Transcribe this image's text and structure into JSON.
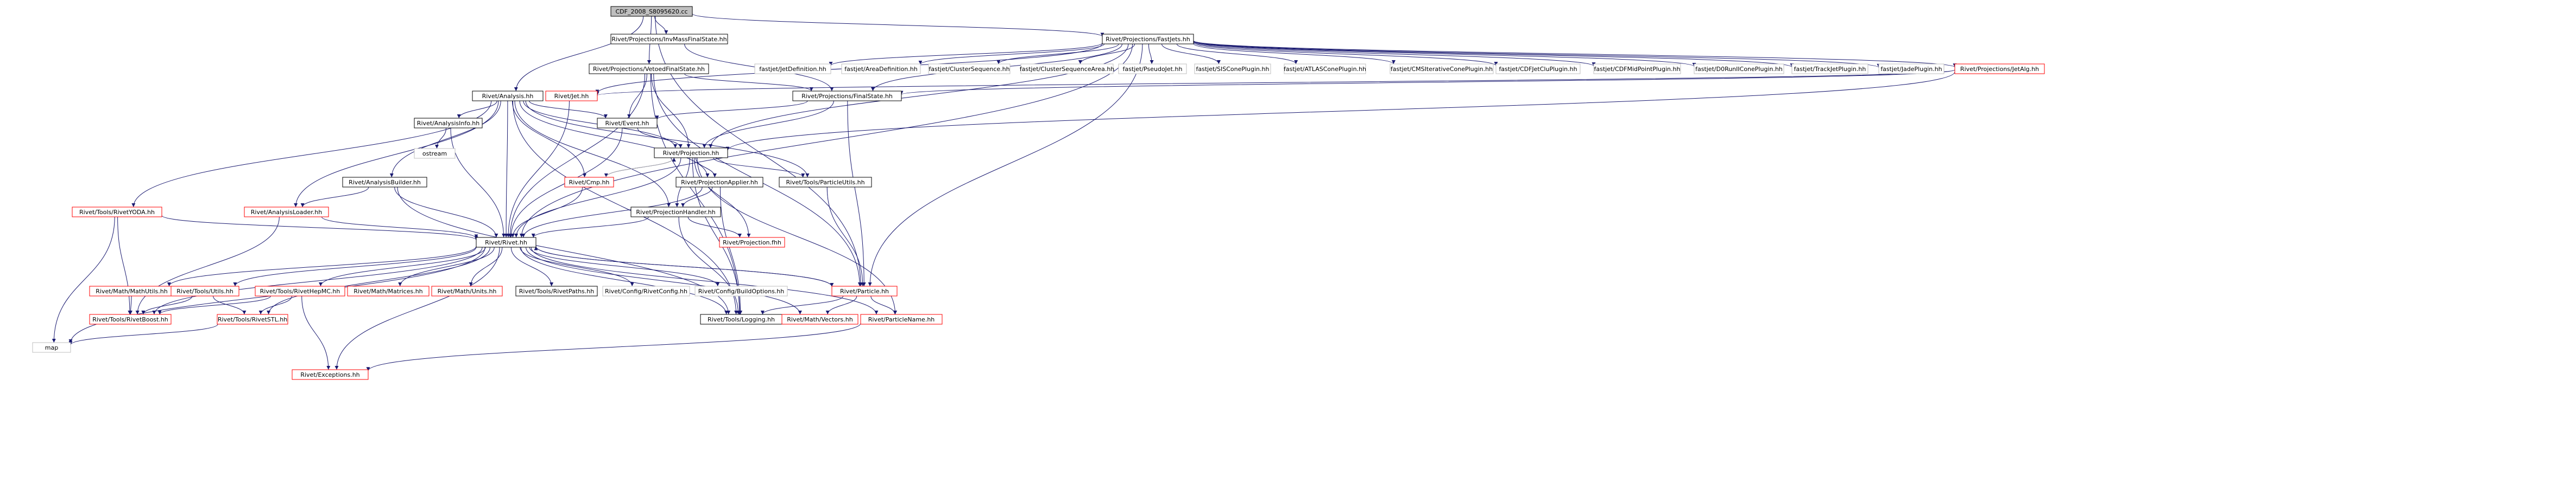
{
  "diagram": {
    "colors": {
      "root_fill": "#bfbfbf",
      "normal_fill": "#ffffff",
      "normal_border": "#000000",
      "red_border": "#ff0000",
      "grey_border": "#bfbfbf",
      "edge": "#191970",
      "edge_light": "#a9a9a9",
      "text": "#000000"
    },
    "nodes": [
      {
        "id": "root",
        "label": "CDF_2008_S8095620.cc",
        "style": "root"
      },
      {
        "id": "invmass",
        "label": "Rivet/Projections/InvMassFinalState.hh",
        "style": "normal"
      },
      {
        "id": "fastjets",
        "label": "Rivet/Projections/FastJets.hh",
        "style": "normal"
      },
      {
        "id": "vetoed",
        "label": "Rivet/Projections/VetoedFinalState.hh",
        "style": "normal"
      },
      {
        "id": "fj_jetdef",
        "label": "fastjet/JetDefinition.hh",
        "style": "grey"
      },
      {
        "id": "fj_area",
        "label": "fastjet/AreaDefinition.hh",
        "style": "grey"
      },
      {
        "id": "fj_cs",
        "label": "fastjet/ClusterSequence.hh",
        "style": "grey"
      },
      {
        "id": "fj_csa",
        "label": "fastjet/ClusterSequenceArea.hh",
        "style": "grey"
      },
      {
        "id": "fj_pj",
        "label": "fastjet/PseudoJet.hh",
        "style": "grey"
      },
      {
        "id": "fj_sis",
        "label": "fastjet/SISConePlugin.hh",
        "style": "grey"
      },
      {
        "id": "fj_atlas",
        "label": "fastjet/ATLASConePlugin.hh",
        "style": "grey"
      },
      {
        "id": "fj_cms",
        "label": "fastjet/CMSIterativeConePlugin.hh",
        "style": "grey"
      },
      {
        "id": "fj_cdfjc",
        "label": "fastjet/CDFJetCluPlugin.hh",
        "style": "grey"
      },
      {
        "id": "fj_cdfmp",
        "label": "fastjet/CDFMidPointPlugin.hh",
        "style": "grey"
      },
      {
        "id": "fj_d0",
        "label": "fastjet/D0RunIIConePlugin.hh",
        "style": "grey"
      },
      {
        "id": "fj_track",
        "label": "fastjet/TrackJetPlugin.hh",
        "style": "grey"
      },
      {
        "id": "fj_jade",
        "label": "fastjet/JadePlugin.hh",
        "style": "grey"
      },
      {
        "id": "jetalg",
        "label": "Rivet/Projections/JetAlg.hh",
        "style": "red"
      },
      {
        "id": "analysis",
        "label": "Rivet/Analysis.hh",
        "style": "normal"
      },
      {
        "id": "jet",
        "label": "Rivet/Jet.hh",
        "style": "red"
      },
      {
        "id": "finalstate",
        "label": "Rivet/Projections/FinalState.hh",
        "style": "normal"
      },
      {
        "id": "analysisinfo",
        "label": "Rivet/AnalysisInfo.hh",
        "style": "normal"
      },
      {
        "id": "ostream",
        "label": "ostream",
        "style": "grey"
      },
      {
        "id": "event",
        "label": "Rivet/Event.hh",
        "style": "normal"
      },
      {
        "id": "projection",
        "label": "Rivet/Projection.hh",
        "style": "normal"
      },
      {
        "id": "cmp",
        "label": "Rivet/Cmp.hh",
        "style": "red"
      },
      {
        "id": "projapplier",
        "label": "Rivet/ProjectionApplier.hh",
        "style": "normal"
      },
      {
        "id": "particleutils",
        "label": "Rivet/Tools/ParticleUtils.hh",
        "style": "normal"
      },
      {
        "id": "analysisbuilder",
        "label": "Rivet/AnalysisBuilder.hh",
        "style": "normal"
      },
      {
        "id": "rivetyoda",
        "label": "Rivet/Tools/RivetYODA.hh",
        "style": "red"
      },
      {
        "id": "analysisloader",
        "label": "Rivet/AnalysisLoader.hh",
        "style": "red"
      },
      {
        "id": "projhandler",
        "label": "Rivet/ProjectionHandler.hh",
        "style": "normal"
      },
      {
        "id": "projfhh",
        "label": "Rivet/Projection.fhh",
        "style": "red"
      },
      {
        "id": "rivet",
        "label": "Rivet/Rivet.hh",
        "style": "normal"
      },
      {
        "id": "mathutils",
        "label": "Rivet/Math/MathUtils.hh",
        "style": "red"
      },
      {
        "id": "utils",
        "label": "Rivet/Tools/Utils.hh",
        "style": "red"
      },
      {
        "id": "rivethepmc",
        "label": "Rivet/Tools/RivetHepMC.hh",
        "style": "red"
      },
      {
        "id": "matrices",
        "label": "Rivet/Math/Matrices.hh",
        "style": "red"
      },
      {
        "id": "units",
        "label": "Rivet/Math/Units.hh",
        "style": "red"
      },
      {
        "id": "rivetpaths",
        "label": "Rivet/Tools/RivetPaths.hh",
        "style": "normal"
      },
      {
        "id": "rivetconfig",
        "label": "Rivet/Config/RivetConfig.hh",
        "style": "grey"
      },
      {
        "id": "buildoptions",
        "label": "Rivet/Config/BuildOptions.hh",
        "style": "grey"
      },
      {
        "id": "particle",
        "label": "Rivet/Particle.hh",
        "style": "red"
      },
      {
        "id": "rivetboost",
        "label": "Rivet/Tools/RivetBoost.hh",
        "style": "red"
      },
      {
        "id": "rivetstl",
        "label": "Rivet/Tools/RivetSTL.hh",
        "style": "red"
      },
      {
        "id": "logging",
        "label": "Rivet/Tools/Logging.hh",
        "style": "normal"
      },
      {
        "id": "vectors",
        "label": "Rivet/Math/Vectors.hh",
        "style": "red"
      },
      {
        "id": "particlename",
        "label": "Rivet/ParticleName.hh",
        "style": "red"
      },
      {
        "id": "map",
        "label": "map",
        "style": "grey"
      },
      {
        "id": "exceptions",
        "label": "Rivet/Exceptions.hh",
        "style": "red"
      }
    ],
    "edges": [
      [
        "root",
        "invmass"
      ],
      [
        "root",
        "fastjets"
      ],
      [
        "root",
        "vetoed"
      ],
      [
        "root",
        "analysis"
      ],
      [
        "root",
        "particle"
      ],
      [
        "invmass",
        "finalstate"
      ],
      [
        "fastjets",
        "fj_jetdef"
      ],
      [
        "fastjets",
        "fj_area"
      ],
      [
        "fastjets",
        "fj_cs"
      ],
      [
        "fastjets",
        "fj_csa"
      ],
      [
        "fastjets",
        "fj_pj"
      ],
      [
        "fastjets",
        "fj_sis"
      ],
      [
        "fastjets",
        "fj_atlas"
      ],
      [
        "fastjets",
        "fj_cms"
      ],
      [
        "fastjets",
        "fj_cdfjc"
      ],
      [
        "fastjets",
        "fj_cdfmp"
      ],
      [
        "fastjets",
        "fj_d0"
      ],
      [
        "fastjets",
        "fj_track"
      ],
      [
        "fastjets",
        "fj_jade"
      ],
      [
        "fastjets",
        "jetalg"
      ],
      [
        "fastjets",
        "jet"
      ],
      [
        "fastjets",
        "finalstate"
      ],
      [
        "fastjets",
        "projection"
      ],
      [
        "fastjets",
        "rivet"
      ],
      [
        "fastjets",
        "particle"
      ],
      [
        "vetoed",
        "finalstate"
      ],
      [
        "vetoed",
        "rivet"
      ],
      [
        "vetoed",
        "event"
      ],
      [
        "vetoed",
        "projection"
      ],
      [
        "vetoed",
        "particle"
      ],
      [
        "vetoed",
        "logging"
      ],
      [
        "jetalg",
        "jet"
      ],
      [
        "jetalg",
        "finalstate"
      ],
      [
        "jetalg",
        "projection"
      ],
      [
        "analysis",
        "analysisinfo"
      ],
      [
        "analysis",
        "event"
      ],
      [
        "analysis",
        "projection"
      ],
      [
        "analysis",
        "projapplier"
      ],
      [
        "analysis",
        "projhandler"
      ],
      [
        "analysis",
        "analysisloader"
      ],
      [
        "analysis",
        "rivetyoda"
      ],
      [
        "analysis",
        "rivet"
      ],
      [
        "analysis",
        "particleutils"
      ],
      [
        "analysis",
        "logging"
      ],
      [
        "analysis",
        "cmp"
      ],
      [
        "analysis",
        "analysisbuilder"
      ],
      [
        "jet",
        "rivet"
      ],
      [
        "finalstate",
        "projection"
      ],
      [
        "finalstate",
        "particle"
      ],
      [
        "finalstate",
        "event"
      ],
      [
        "analysisinfo",
        "ostream"
      ],
      [
        "analysisinfo",
        "rivet"
      ],
      [
        "event",
        "projection"
      ],
      [
        "event",
        "rivet"
      ],
      [
        "projection",
        "cmp"
      ],
      [
        "projection",
        "projapplier"
      ],
      [
        "projection",
        "projhandler"
      ],
      [
        "projection",
        "projfhh"
      ],
      [
        "projection",
        "particleutils"
      ],
      [
        "projection",
        "rivet"
      ],
      [
        "projection",
        "logging"
      ],
      [
        "projection",
        "particlename"
      ],
      [
        "cmp",
        "rivet"
      ],
      [
        "cmp",
        "projection"
      ],
      [
        "projapplier",
        "projhandler"
      ],
      [
        "projapplier",
        "rivet"
      ],
      [
        "projapplier",
        "logging"
      ],
      [
        "particleutils",
        "particle"
      ],
      [
        "analysisbuilder",
        "rivet"
      ],
      [
        "analysisbuilder",
        "analysisloader"
      ],
      [
        "analysisbuilder",
        "logging"
      ],
      [
        "rivetyoda",
        "rivet"
      ],
      [
        "rivetyoda",
        "rivetboost"
      ],
      [
        "rivetyoda",
        "map"
      ],
      [
        "analysisloader",
        "rivet"
      ],
      [
        "analysisloader",
        "rivetboost"
      ],
      [
        "projhandler",
        "rivet"
      ],
      [
        "projhandler",
        "projfhh"
      ],
      [
        "projhandler",
        "logging"
      ],
      [
        "rivet",
        "mathutils"
      ],
      [
        "rivet",
        "utils"
      ],
      [
        "rivet",
        "rivethepmc"
      ],
      [
        "rivet",
        "matrices"
      ],
      [
        "rivet",
        "units"
      ],
      [
        "rivet",
        "rivetpaths"
      ],
      [
        "rivet",
        "rivetconfig"
      ],
      [
        "rivet",
        "buildoptions"
      ],
      [
        "rivet",
        "particle"
      ],
      [
        "rivet",
        "rivetboost"
      ],
      [
        "rivet",
        "rivetstl"
      ],
      [
        "rivet",
        "logging"
      ],
      [
        "rivet",
        "vectors"
      ],
      [
        "rivet",
        "particlename"
      ],
      [
        "rivet",
        "exceptions"
      ],
      [
        "rivet",
        "map"
      ],
      [
        "mathutils",
        "rivetboost"
      ],
      [
        "utils",
        "rivetboost"
      ],
      [
        "utils",
        "rivetstl"
      ],
      [
        "rivethepmc",
        "rivetstl"
      ],
      [
        "rivethepmc",
        "exceptions"
      ],
      [
        "rivethepmc",
        "rivetboost"
      ],
      [
        "particle",
        "logging"
      ],
      [
        "particle",
        "vectors"
      ],
      [
        "particle",
        "particlename"
      ],
      [
        "particle",
        "rivet"
      ],
      [
        "particlename",
        "exceptions"
      ],
      [
        "rivetstl",
        "map"
      ]
    ]
  }
}
